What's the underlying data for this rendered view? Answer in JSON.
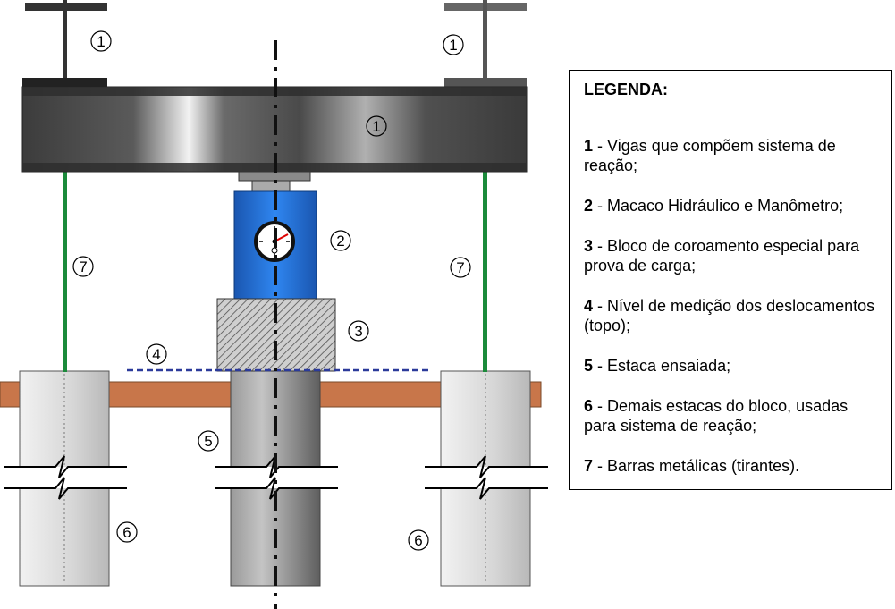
{
  "callouts": {
    "beam_left": "1",
    "beam_right": "1",
    "beam_main": "1",
    "jack": "2",
    "cap_block": "3",
    "level": "4",
    "test_pile": "5",
    "reaction_pile_left": "6",
    "reaction_pile_right": "6",
    "bar_left": "7",
    "bar_right": "7"
  },
  "legend": {
    "title": "LEGENDA:",
    "items": [
      {
        "num": "1",
        "text": " - Vigas que compõem sistema de reação;"
      },
      {
        "num": "2",
        "text": " - Macaco Hidráulico e Manômetro;"
      },
      {
        "num": "3",
        "text": " - Bloco de coroamento especial para prova de carga;"
      },
      {
        "num": "4",
        "text": " - Nível de medição dos deslocamentos (topo);"
      },
      {
        "num": "5",
        "text": " - Estaca ensaiada;"
      },
      {
        "num": "6",
        "text": " - Demais estacas do bloco, usadas para sistema de reação;"
      },
      {
        "num": "7",
        "text": " - Barras metálicas (tirantes)."
      }
    ]
  },
  "colors": {
    "beam": "#4a4a4a",
    "jack": "#1f6fd6",
    "ground": "#c8764a",
    "tie_bar": "#1a8a3a",
    "level_line": "#2b3a9a",
    "pile": "#dcdcdc"
  }
}
